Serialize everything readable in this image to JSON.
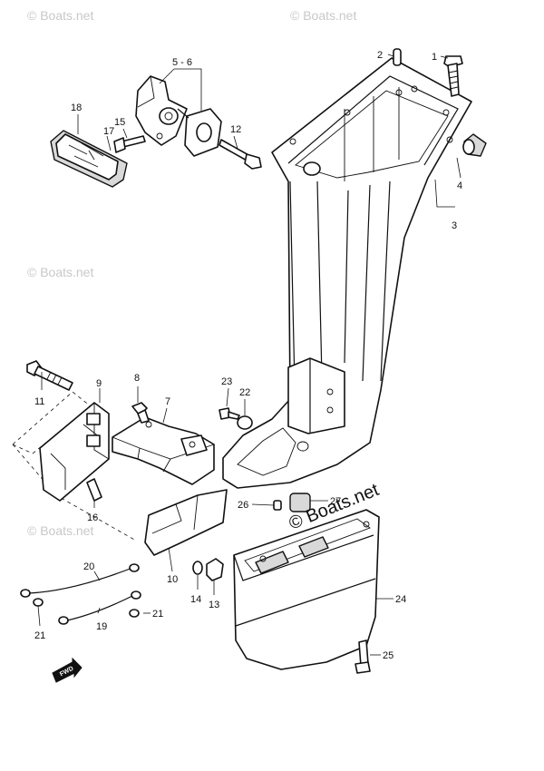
{
  "watermark": "© Boats.net",
  "brand_logo": "© Boats.net",
  "front_arrow_label": "FWD",
  "callouts": {
    "c1": "1",
    "c2": "2",
    "c3": "3",
    "c4": "4",
    "c56": "5 - 6",
    "c7": "7",
    "c8": "8",
    "c9": "9",
    "c10": "10",
    "c11": "11",
    "c12": "12",
    "c13": "13",
    "c14": "14",
    "c15": "15",
    "c16": "16",
    "c17": "17",
    "c18": "18",
    "c19": "19",
    "c20": "20",
    "c21a": "21",
    "c21b": "21",
    "c22": "22",
    "c23": "23",
    "c24": "24",
    "c25": "25",
    "c26": "26",
    "c27": "27"
  }
}
